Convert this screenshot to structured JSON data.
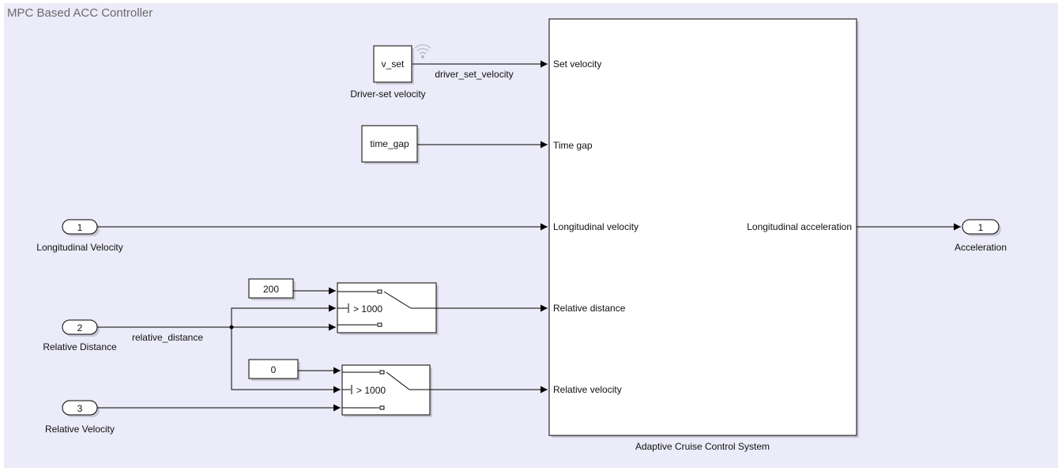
{
  "title": "MPC Based ACC Controller",
  "constants": {
    "v_set": "v_set",
    "time_gap": "time_gap",
    "c200": "200",
    "c0": "0"
  },
  "block_labels": {
    "driver_set_velocity": "Driver-set velocity",
    "acc_system": "Adaptive Cruise Control System"
  },
  "signal_labels": {
    "driver_set_velocity": "driver_set_velocity",
    "relative_distance": "relative_distance"
  },
  "inports": [
    {
      "num": "1",
      "label": "Longitudinal Velocity"
    },
    {
      "num": "2",
      "label": "Relative Distance"
    },
    {
      "num": "3",
      "label": "Relative Velocity"
    }
  ],
  "outport": {
    "num": "1",
    "label": "Acceleration"
  },
  "switches": {
    "sw1_criteria": "> 1000",
    "sw2_criteria": "> 1000"
  },
  "acc_ports": {
    "in": [
      "Set velocity",
      "Time gap",
      "Longitudinal velocity",
      "Relative distance",
      "Relative velocity"
    ],
    "out": "Longitudinal acceleration"
  },
  "colors": {
    "canvas": "#ebebf9",
    "wireless_icon": "#b8b8c4"
  }
}
